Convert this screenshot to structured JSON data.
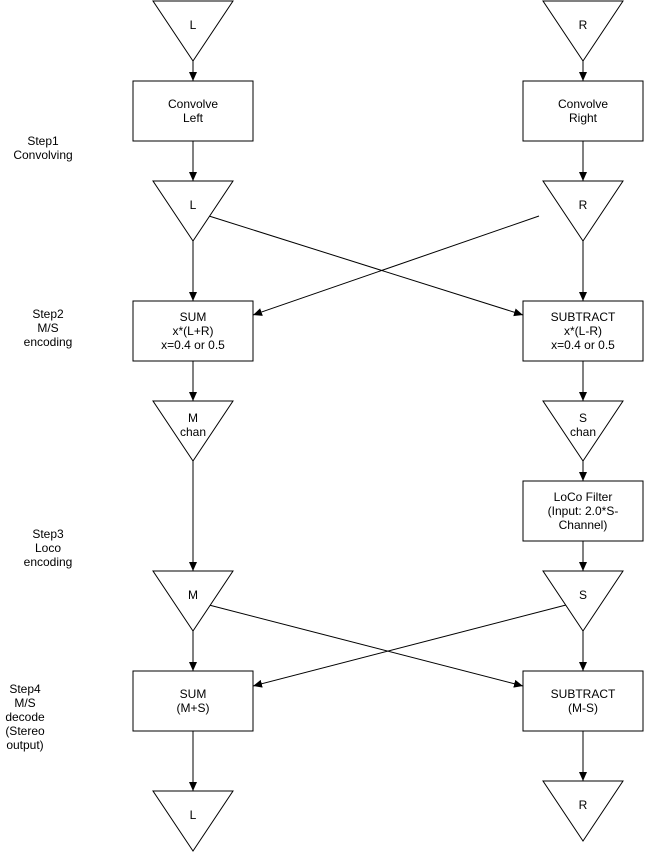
{
  "diagram": {
    "colors": {
      "stroke": "#000000",
      "fill": "#ffffff",
      "text": "#000000"
    },
    "steps": [
      {
        "lines": [
          "Step1",
          "Convolving"
        ]
      },
      {
        "lines": [
          "Step2",
          "M/S",
          "encoding"
        ]
      },
      {
        "lines": [
          "Step3",
          "Loco",
          "encoding"
        ]
      },
      {
        "lines": [
          "Step4",
          "M/S",
          "decode",
          "(Stereo",
          "output)"
        ]
      }
    ],
    "triangles": {
      "in_left": {
        "lines": [
          "L"
        ]
      },
      "in_right": {
        "lines": [
          "R"
        ]
      },
      "conv_left": {
        "lines": [
          "L"
        ]
      },
      "conv_right": {
        "lines": [
          "R"
        ]
      },
      "m_chan": {
        "lines": [
          "M",
          "chan"
        ]
      },
      "s_chan": {
        "lines": [
          "S",
          "chan"
        ]
      },
      "m": {
        "lines": [
          "M"
        ]
      },
      "s": {
        "lines": [
          "S"
        ]
      },
      "out_left": {
        "lines": [
          "L"
        ]
      },
      "out_right": {
        "lines": [
          "R"
        ]
      }
    },
    "boxes": {
      "convolve_left": {
        "lines": [
          "Convolve",
          "Left"
        ]
      },
      "convolve_right": {
        "lines": [
          "Convolve",
          "Right"
        ]
      },
      "sum_encode": {
        "lines": [
          "SUM",
          "x*(L+R)",
          "x=0.4 or 0.5"
        ]
      },
      "subtract_encode": {
        "lines": [
          "SUBTRACT",
          "x*(L-R)",
          "x=0.4 or 0.5"
        ]
      },
      "loco_filter": {
        "lines": [
          "LoCo Filter",
          "(Input: 2.0*S-",
          "Channel)"
        ]
      },
      "sum_decode": {
        "lines": [
          "SUM",
          "(M+S)"
        ]
      },
      "subtract_decode": {
        "lines": [
          "SUBTRACT",
          "(M-S)"
        ]
      }
    }
  }
}
